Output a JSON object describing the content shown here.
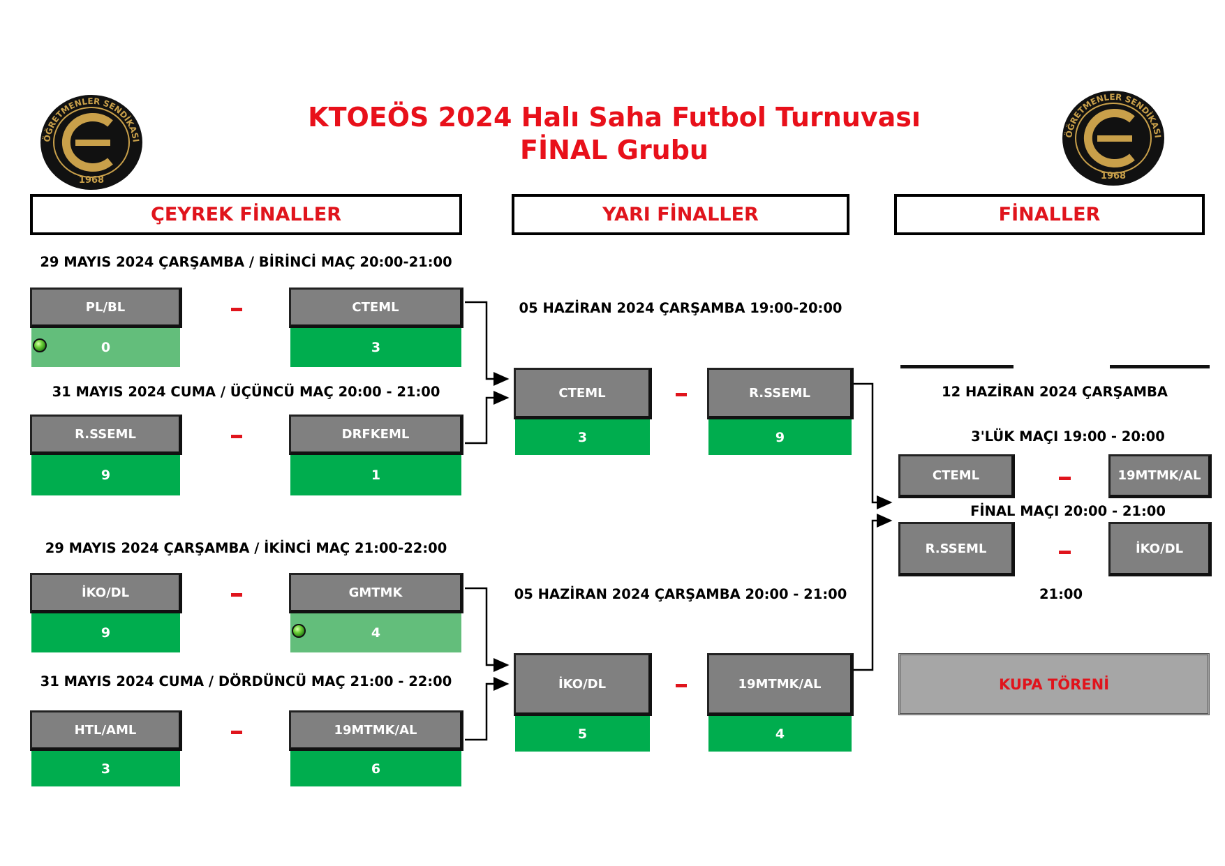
{
  "title": {
    "line1": "KTOEÖS 2024 Halı Saha Futbol Turnuvası",
    "line2": "FİNAL Grubu"
  },
  "logo": {
    "arc_text": "ÖĞRETMENLER SENDİKASI",
    "year": "1968",
    "colors": {
      "ring": "#111111",
      "gold": "#c9a04a"
    }
  },
  "headers": {
    "quarter": "ÇEYREK FİNALLER",
    "semi": "YARI FİNALLER",
    "final": "FİNALLER"
  },
  "quarterfinals": [
    {
      "date": "29 MAYIS 2024 ÇARŞAMBA / BİRİNCİ MAÇ 20:00-21:00",
      "home": "PL/BL",
      "away": "CTEML",
      "home_score": "0",
      "away_score": "3"
    },
    {
      "date": "31 MAYIS 2024 CUMA / ÜÇÜNCÜ MAÇ 20:00 - 21:00",
      "home": "R.SSEML",
      "away": "DRFKEML",
      "home_score": "9",
      "away_score": "1"
    },
    {
      "date": "29 MAYIS 2024 ÇARŞAMBA / İKİNCİ MAÇ 21:00-22:00",
      "home": "İKO/DL",
      "away": "GMTMK",
      "home_score": "9",
      "away_score": "4"
    },
    {
      "date": "31 MAYIS 2024 CUMA / DÖRDÜNCÜ MAÇ 21:00 - 22:00",
      "home": "HTL/AML",
      "away": "19MTMK/AL",
      "home_score": "3",
      "away_score": "6"
    }
  ],
  "semifinals": [
    {
      "date": "05 HAZİRAN 2024 ÇARŞAMBA 19:00-20:00",
      "home": "CTEML",
      "away": "R.SSEML",
      "home_score": "3",
      "away_score": "9"
    },
    {
      "date": "05 HAZİRAN 2024 ÇARŞAMBA 20:00 - 21:00",
      "home": "İKO/DL",
      "away": "19MTMK/AL",
      "home_score": "5",
      "away_score": "4"
    }
  ],
  "finals": {
    "date": "12 HAZİRAN 2024 ÇARŞAMBA",
    "third_place_label": "3'LÜK MAÇI 19:00 - 20:00",
    "third_place": {
      "home": "CTEML",
      "away": "19MTMK/AL"
    },
    "final_label": "FİNAL MAÇI 20:00 - 21:00",
    "final": {
      "home": "R.SSEML",
      "away": "İKO/DL"
    },
    "time": "21:00",
    "ceremony": "KUPA TÖRENİ"
  },
  "colors": {
    "title": "#e8101a",
    "team_bg": "#808080",
    "win": "#00ad4e",
    "lose": "#63be7b",
    "dash": "#e0141c"
  }
}
